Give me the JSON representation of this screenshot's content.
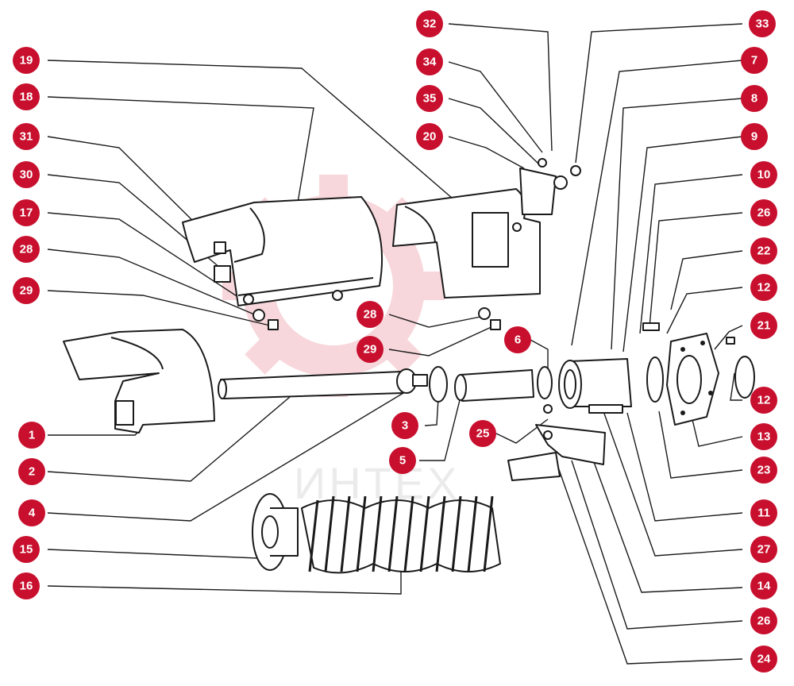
{
  "diagram": {
    "watermark_text": "ИНТЕХ",
    "callouts": [
      {
        "id": "c19",
        "label": "19"
      },
      {
        "id": "c18",
        "label": "18"
      },
      {
        "id": "c31",
        "label": "31"
      },
      {
        "id": "c30",
        "label": "30"
      },
      {
        "id": "c17",
        "label": "17"
      },
      {
        "id": "c28",
        "label": "28"
      },
      {
        "id": "c29",
        "label": "29"
      },
      {
        "id": "c1",
        "label": "1"
      },
      {
        "id": "c2",
        "label": "2"
      },
      {
        "id": "c4",
        "label": "4"
      },
      {
        "id": "c15",
        "label": "15"
      },
      {
        "id": "c16",
        "label": "16"
      },
      {
        "id": "c32",
        "label": "32"
      },
      {
        "id": "c34",
        "label": "34"
      },
      {
        "id": "c35",
        "label": "35"
      },
      {
        "id": "c20",
        "label": "20"
      },
      {
        "id": "c28b",
        "label": "28"
      },
      {
        "id": "c29b",
        "label": "29"
      },
      {
        "id": "c6",
        "label": "6"
      },
      {
        "id": "c3",
        "label": "3"
      },
      {
        "id": "c25",
        "label": "25"
      },
      {
        "id": "c5",
        "label": "5"
      },
      {
        "id": "c33",
        "label": "33"
      },
      {
        "id": "c7",
        "label": "7"
      },
      {
        "id": "c8",
        "label": "8"
      },
      {
        "id": "c9",
        "label": "9"
      },
      {
        "id": "c10",
        "label": "10"
      },
      {
        "id": "c26",
        "label": "26"
      },
      {
        "id": "c22",
        "label": "22"
      },
      {
        "id": "c12",
        "label": "12"
      },
      {
        "id": "c21",
        "label": "21"
      },
      {
        "id": "c12b",
        "label": "12"
      },
      {
        "id": "c13",
        "label": "13"
      },
      {
        "id": "c23",
        "label": "23"
      },
      {
        "id": "c11",
        "label": "11"
      },
      {
        "id": "c27",
        "label": "27"
      },
      {
        "id": "c14",
        "label": "14"
      },
      {
        "id": "c26b",
        "label": "26"
      },
      {
        "id": "c24",
        "label": "24"
      }
    ]
  }
}
